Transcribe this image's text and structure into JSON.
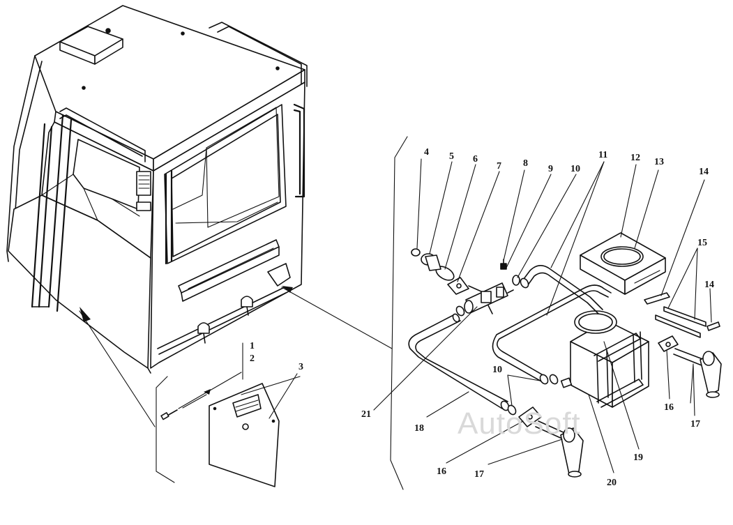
{
  "watermark": "AutoSoft",
  "callouts": {
    "c1": "1",
    "c2": "2",
    "c3": "3",
    "c4": "4",
    "c5": "5",
    "c6": "6",
    "c7": "7",
    "c8": "8",
    "c9": "9",
    "c10a": "10",
    "c10b": "10",
    "c11": "11",
    "c12": "12",
    "c13": "13",
    "c14a": "14",
    "c14b": "14",
    "c15": "15",
    "c16a": "16",
    "c16b": "16",
    "c17a": "17",
    "c17b": "17",
    "c18": "18",
    "c19": "19",
    "c20": "20",
    "c21": "21"
  }
}
